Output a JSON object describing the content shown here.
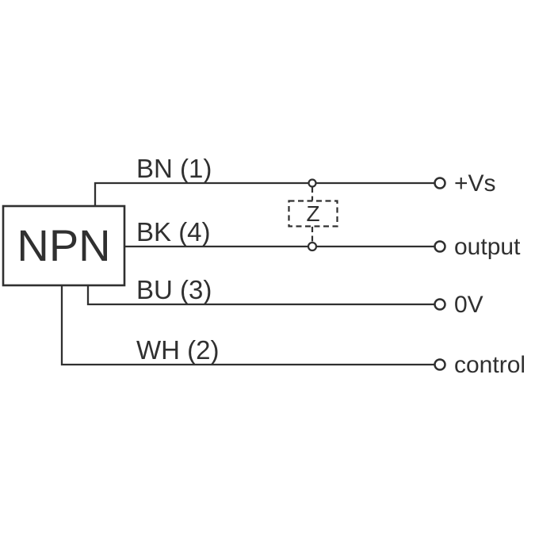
{
  "device": {
    "label": "NPN"
  },
  "impedance": {
    "label": "Z"
  },
  "wires": [
    {
      "name": "BN (1)",
      "terminal": "+Vs"
    },
    {
      "name": "BK (4)",
      "terminal": "output"
    },
    {
      "name": "BU (3)",
      "terminal": "0V"
    },
    {
      "name": "WH (2)",
      "terminal": "control"
    }
  ],
  "colors": {
    "line": "#303030",
    "text": "#303030",
    "background": "#ffffff"
  }
}
